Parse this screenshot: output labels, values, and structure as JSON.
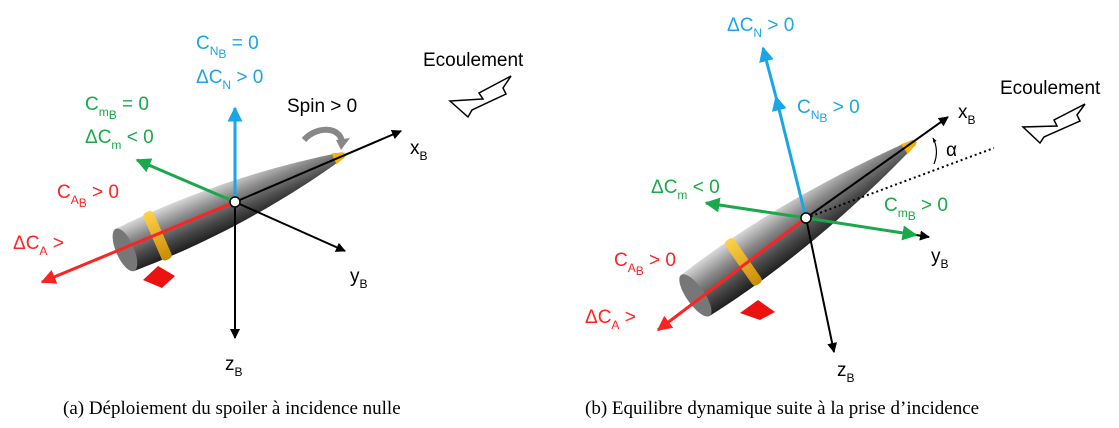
{
  "colors": {
    "red": "#ff2222",
    "green": "#1aa84a",
    "blue": "#1aa6e6",
    "black": "#000000",
    "spoiler": "#ee1111",
    "band": "#f2b400"
  },
  "panel_a": {
    "flow_label": "Ecoulement",
    "spin_label": "Spin > 0",
    "cnb": {
      "pre": "C",
      "sub": "N",
      "subsub": "B",
      "post": " = 0"
    },
    "dcn": {
      "pre": "ΔC",
      "sub": "N",
      "post": " > 0"
    },
    "cmb": {
      "pre": "C",
      "sub": "m",
      "subsub": "B",
      "post": " = 0"
    },
    "dcm": {
      "pre": "ΔC",
      "sub": "m",
      "post": " < 0"
    },
    "cab": {
      "pre": "C",
      "sub": "A",
      "subsub": "B",
      "post": " > 0"
    },
    "dca": {
      "pre": "ΔC",
      "sub": "A",
      "post": " >"
    },
    "xb": {
      "pre": "x",
      "sub": "B"
    },
    "yb": {
      "pre": "y",
      "sub": "B"
    },
    "zb": {
      "pre": "z",
      "sub": "B"
    },
    "caption": "(a) Déploiement du spoiler à incidence nulle"
  },
  "panel_b": {
    "flow_label": "Ecoulement",
    "alpha_label": "α",
    "dcn": {
      "pre": "ΔC",
      "sub": "N",
      "post": " > 0"
    },
    "cnb": {
      "pre": "C",
      "sub": "N",
      "subsub": "B",
      "post": " > 0"
    },
    "dcm": {
      "pre": "ΔC",
      "sub": "m",
      "post": " < 0"
    },
    "cmb": {
      "pre": "C",
      "sub": "m",
      "subsub": "B",
      "post": " > 0"
    },
    "cab": {
      "pre": "C",
      "sub": "A",
      "subsub": "B",
      "post": " > 0"
    },
    "dca": {
      "pre": "ΔC",
      "sub": "A",
      "post": " >"
    },
    "xb": {
      "pre": "x",
      "sub": "B"
    },
    "yb": {
      "pre": "y",
      "sub": "B"
    },
    "zb": {
      "pre": "z",
      "sub": "B"
    },
    "caption": "(b) Equilibre dynamique suite à la prise d’incidence"
  }
}
